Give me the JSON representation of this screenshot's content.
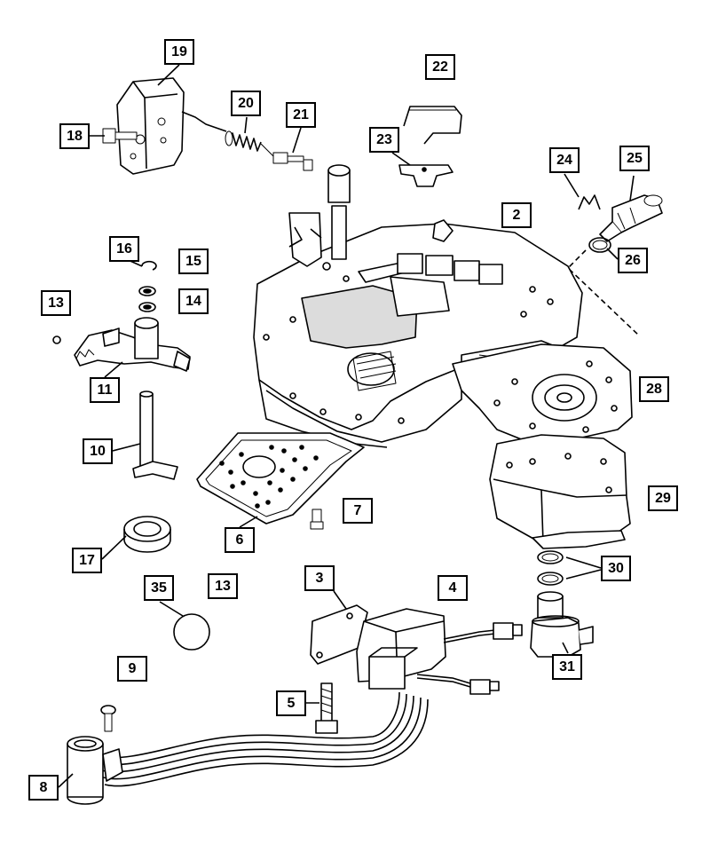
{
  "diagram": {
    "colors": {
      "line": "#000000",
      "background": "#ffffff",
      "shade": "#dcdcdc"
    },
    "callouts": [
      {
        "id": "c2",
        "label": "2"
      },
      {
        "id": "c3",
        "label": "3"
      },
      {
        "id": "c4",
        "label": "4"
      },
      {
        "id": "c5",
        "label": "5"
      },
      {
        "id": "c6",
        "label": "6"
      },
      {
        "id": "c7",
        "label": "7"
      },
      {
        "id": "c8",
        "label": "8"
      },
      {
        "id": "c9",
        "label": "9"
      },
      {
        "id": "c10",
        "label": "10"
      },
      {
        "id": "c11",
        "label": "11"
      },
      {
        "id": "c13a",
        "label": "13"
      },
      {
        "id": "c13b",
        "label": "13"
      },
      {
        "id": "c14",
        "label": "14"
      },
      {
        "id": "c15",
        "label": "15"
      },
      {
        "id": "c16",
        "label": "16"
      },
      {
        "id": "c17",
        "label": "17"
      },
      {
        "id": "c18",
        "label": "18"
      },
      {
        "id": "c19",
        "label": "19"
      },
      {
        "id": "c20",
        "label": "20"
      },
      {
        "id": "c21",
        "label": "21"
      },
      {
        "id": "c22",
        "label": "22"
      },
      {
        "id": "c23",
        "label": "23"
      },
      {
        "id": "c24",
        "label": "24"
      },
      {
        "id": "c25",
        "label": "25"
      },
      {
        "id": "c26",
        "label": "26"
      },
      {
        "id": "c28",
        "label": "28"
      },
      {
        "id": "c29",
        "label": "29"
      },
      {
        "id": "c30",
        "label": "30"
      },
      {
        "id": "c31",
        "label": "31"
      },
      {
        "id": "c35",
        "label": "35"
      }
    ]
  }
}
